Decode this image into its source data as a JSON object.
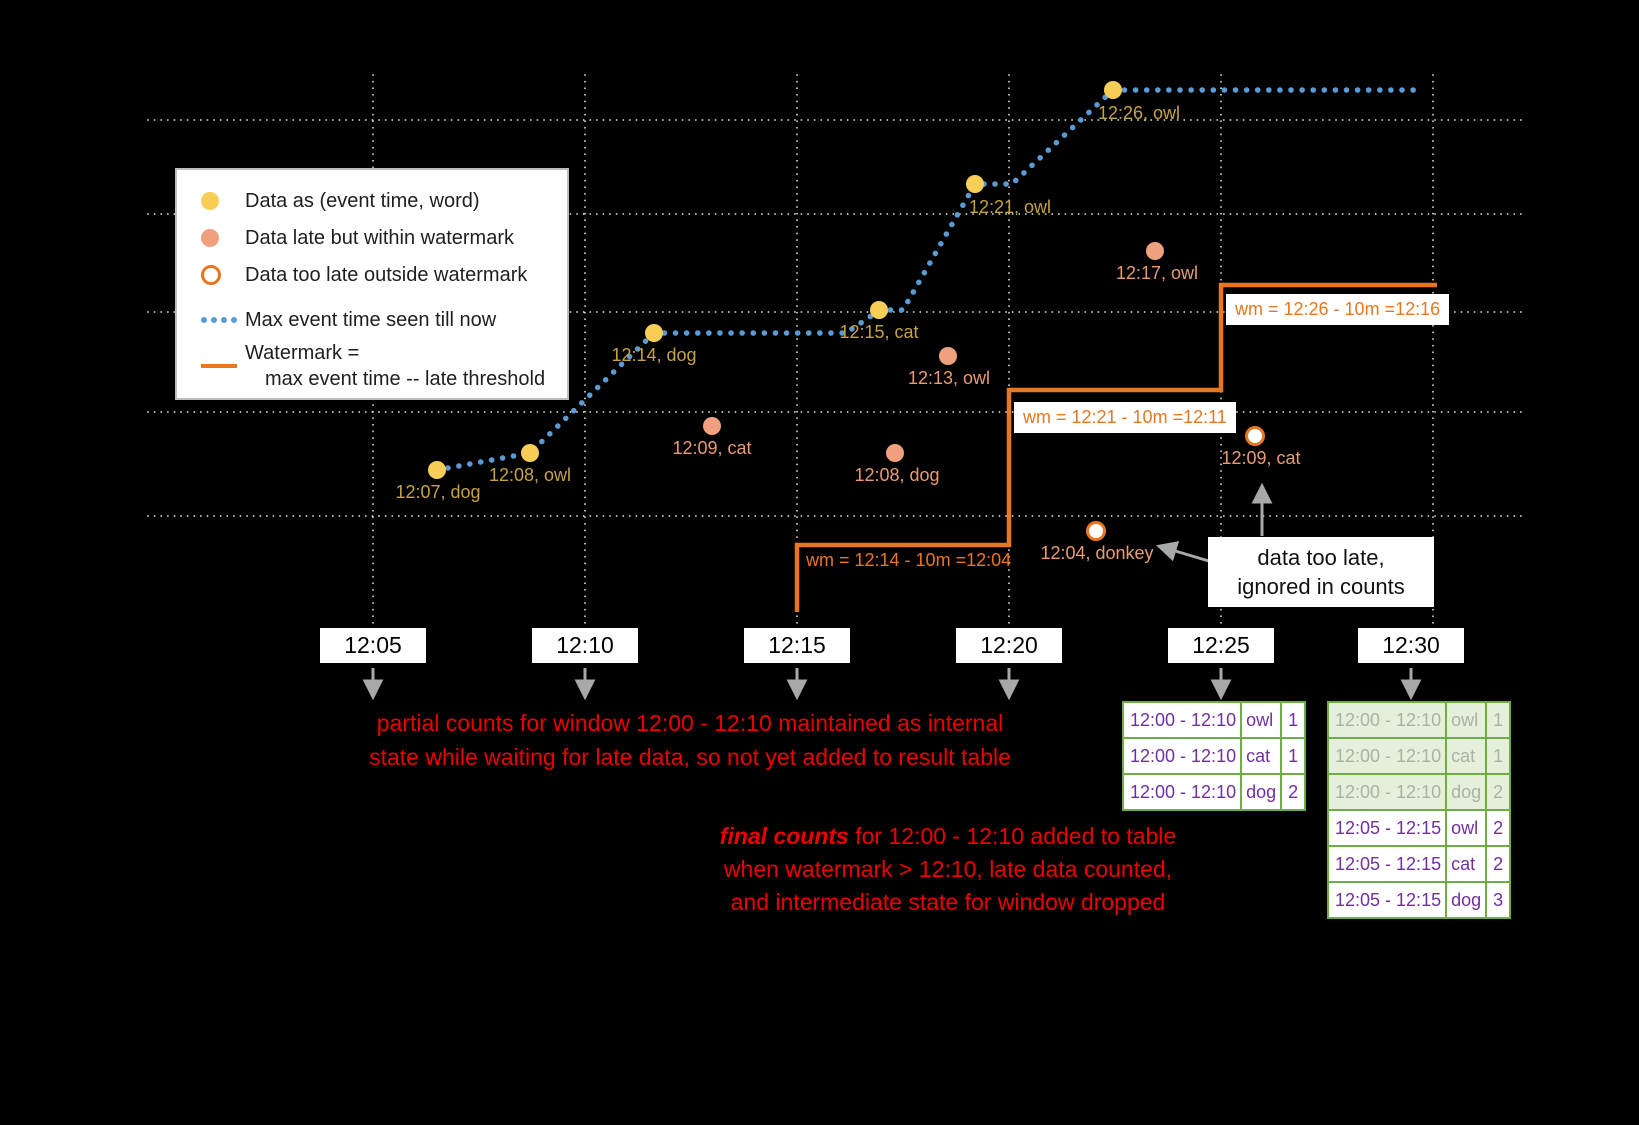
{
  "colors": {
    "background": "#000000",
    "on_time_fill": "#F9CE57",
    "on_time_label": "#C7A243",
    "late_fill": "#F0A07E",
    "late_label": "#E89B72",
    "too_late_ring": "#E87722",
    "max_event_line_blue": "#5B9BD5",
    "watermark_line_orange": "#E87722",
    "annotation_red": "#ED0000",
    "table_text_purple": "#7030A0",
    "table_border_green": "#70AD47",
    "table_faded_bg": "#E4EFDC",
    "table_faded_text": "#A8B3A4",
    "grid_white": "#FFFFFF",
    "arrow_gray": "#A8A8A8"
  },
  "legend": {
    "items": [
      {
        "marker": "on-time-dot",
        "label": "Data as (event time, word)"
      },
      {
        "marker": "late-dot",
        "label": "Data late but within watermark"
      },
      {
        "marker": "too-late-dot",
        "label": "Data too late outside watermark"
      },
      {
        "marker": "max-event-time-line",
        "label": "Max event time seen till now"
      },
      {
        "marker": "watermark-line",
        "label": "Watermark =",
        "label2": "max event time -- late threshold"
      }
    ]
  },
  "points": {
    "on_time": [
      {
        "label": "12:07, dog"
      },
      {
        "label": "12:08, owl"
      },
      {
        "label": "12:14, dog"
      },
      {
        "label": "12:15, cat"
      },
      {
        "label": "12:21, owl"
      },
      {
        "label": "12:26, owl"
      }
    ],
    "late_within": [
      {
        "label": "12:09, cat"
      },
      {
        "label": "12:08, dog"
      },
      {
        "label": "12:13, owl"
      },
      {
        "label": "12:17, owl"
      }
    ],
    "too_late": [
      {
        "label": "12:04, donkey"
      },
      {
        "label": "12:09, cat"
      }
    ]
  },
  "watermark_labels": [
    {
      "text": "wm = 12:14 - 10m =12:04"
    },
    {
      "text": "wm = 12:21 - 10m =12:11"
    },
    {
      "text": "wm = 12:26 - 10m =12:16"
    }
  ],
  "axis": {
    "ticks": [
      "12:05",
      "12:10",
      "12:15",
      "12:20",
      "12:25",
      "12:30"
    ]
  },
  "too_late_note": {
    "line1": "data too late,",
    "line2": "ignored in counts"
  },
  "annotations": {
    "partial_note": {
      "line1": "partial counts for window 12:00 - 12:10 maintained as internal",
      "line2": "state while waiting for late data, so not yet added  to result table"
    },
    "final_note": {
      "emph": "final counts",
      "line1_rest": " for 12:00 - 12:10 added to table",
      "line2": "when watermark > 12:10, late data counted,",
      "line3": "and intermediate state for window dropped"
    }
  },
  "tables": {
    "at_1225": {
      "rows": [
        {
          "window": "12:00 - 12:10",
          "word": "owl",
          "count": "1",
          "faded": false
        },
        {
          "window": "12:00 - 12:10",
          "word": "cat",
          "count": "1",
          "faded": false
        },
        {
          "window": "12:00 - 12:10",
          "word": "dog",
          "count": "2",
          "faded": false
        }
      ]
    },
    "at_1230": {
      "rows": [
        {
          "window": "12:00 - 12:10",
          "word": "owl",
          "count": "1",
          "faded": true
        },
        {
          "window": "12:00 - 12:10",
          "word": "cat",
          "count": "1",
          "faded": true
        },
        {
          "window": "12:00 - 12:10",
          "word": "dog",
          "count": "2",
          "faded": true
        },
        {
          "window": "12:05 - 12:15",
          "word": "owl",
          "count": "2",
          "faded": false
        },
        {
          "window": "12:05 - 12:15",
          "word": "cat",
          "count": "2",
          "faded": false
        },
        {
          "window": "12:05 - 12:15",
          "word": "dog",
          "count": "3",
          "faded": false
        }
      ]
    }
  },
  "chart_data": {
    "type": "scatter",
    "x_axis": {
      "ticks": [
        "12:05",
        "12:10",
        "12:15",
        "12:20",
        "12:25",
        "12:30"
      ]
    },
    "series": [
      {
        "name": "Data as (event time, word)",
        "points": [
          "12:07 dog",
          "12:08 owl",
          "12:14 dog",
          "12:15 cat",
          "12:21 owl",
          "12:26 owl"
        ]
      },
      {
        "name": "Data late but within watermark",
        "points": [
          "12:09 cat",
          "12:08 dog",
          "12:13 owl",
          "12:17 owl"
        ]
      },
      {
        "name": "Data too late outside watermark",
        "points": [
          "12:04 donkey",
          "12:09 cat"
        ]
      }
    ],
    "watermark_steps": [
      "wm = 12:14 - 10m =12:04",
      "wm = 12:21 - 10m =12:11",
      "wm = 12:26 - 10m =12:16"
    ]
  }
}
